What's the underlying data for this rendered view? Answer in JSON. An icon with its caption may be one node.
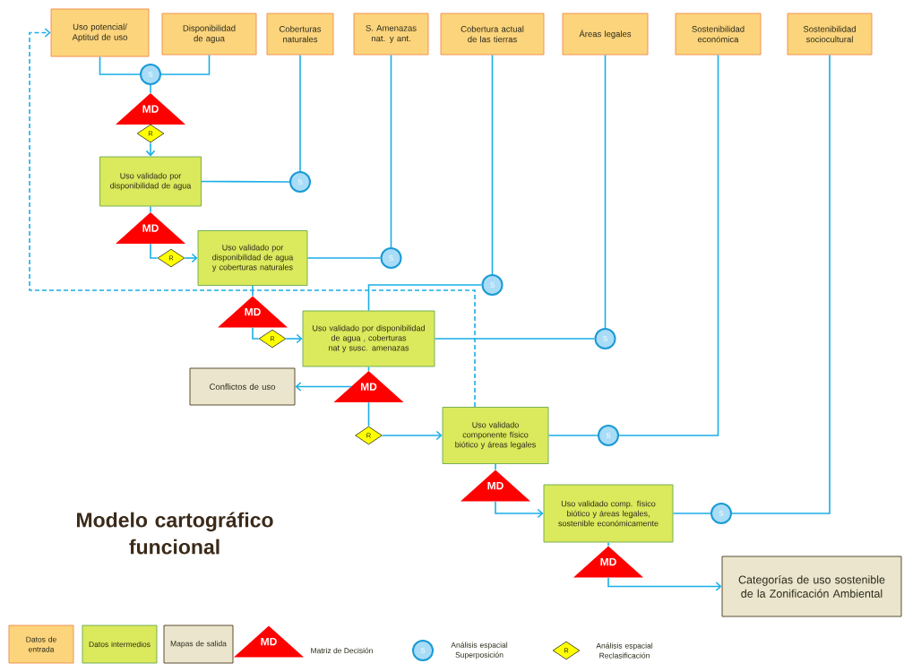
{
  "diagram": {
    "title": "Modelo cartográfico funcional",
    "nodes": [
      {
        "text": [
          "Uso potencial/ Aptitud de uso"
        ]
      },
      {
        "text": [
          "Disponibilidad de agua"
        ]
      },
      {
        "text": [
          "Coberturas naturales"
        ]
      },
      {
        "text": [
          "S. Amenazas nat. y ant."
        ]
      },
      {
        "text": [
          "Cobertura actual de las tierras"
        ]
      },
      {
        "text": [
          "Áreas legales"
        ]
      },
      {
        "text": [
          "Sostenibilidad económica"
        ]
      },
      {
        "text": [
          "Sostenibilidad sociocultural"
        ]
      },
      {
        "text": [
          "S"
        ]
      },
      {
        "text": [
          "MD"
        ]
      },
      {
        "text": [
          "R"
        ]
      },
      {
        "text": [
          "Uso validado por disponibilidad de agua"
        ]
      },
      {
        "text": [
          "S"
        ]
      },
      {
        "text": [
          "MD"
        ]
      },
      {
        "text": [
          "R"
        ]
      },
      {
        "text": [
          "Uso validado por disponibilidad de agua y coberturas naturales"
        ]
      },
      {
        "text": [
          "S"
        ]
      },
      {
        "text": [
          "S"
        ]
      },
      {
        "text": [
          "MD"
        ]
      },
      {
        "text": [
          "R"
        ]
      },
      {
        "text": [
          "Uso validado por disponibilidad de agua , coberturas nat y susc. amenazas"
        ]
      },
      {
        "text": [
          "S"
        ]
      },
      {
        "text": [
          "Conflictos de uso"
        ]
      },
      {
        "text": [
          "MD"
        ]
      },
      {
        "text": [
          "R"
        ]
      },
      {
        "text": [
          "Uso validado componente físico biótico y áreas legales"
        ]
      },
      {
        "text": [
          "S"
        ]
      },
      {
        "text": [
          "MD"
        ]
      },
      {
        "text": [
          "Uso validado comp. físico biótico y áreas legales, sostenible económicamente"
        ]
      },
      {
        "text": [
          "S"
        ]
      },
      {
        "text": [
          "MD"
        ]
      },
      {
        "text": [
          "Categorías de uso sostenible de la Zonificación Ambiental"
        ]
      },
      {
        "text": [
          "MD"
        ]
      },
      {
        "text": [
          "S"
        ]
      },
      {
        "text": [
          "R"
        ]
      }
    ],
    "edges": [
      {
        "from": 0,
        "to": 8,
        "arrow": "none"
      },
      {
        "from": 1,
        "to": 8,
        "arrow": "none"
      },
      {
        "from": 8,
        "to": 9,
        "arrow": "none"
      },
      {
        "from": 10,
        "to": 11,
        "arrow": "to"
      },
      {
        "from": 2,
        "to": 12,
        "arrow": "none"
      },
      {
        "from": 11,
        "to": 12,
        "arrow": "none"
      },
      {
        "from": 11,
        "to": 13,
        "arrow": "none"
      },
      {
        "from": 13,
        "to": 14,
        "arrow": "none"
      },
      {
        "from": 14,
        "to": 15,
        "arrow": "to"
      },
      {
        "from": 3,
        "to": 16,
        "arrow": "none"
      },
      {
        "from": 15,
        "to": 16,
        "arrow": "none"
      },
      {
        "from": 4,
        "to": 17,
        "arrow": "none"
      },
      {
        "from": 17,
        "to": 20,
        "arrow": "none"
      },
      {
        "from": 15,
        "to": 18,
        "arrow": "none"
      },
      {
        "from": 18,
        "to": 19,
        "arrow": "none"
      },
      {
        "from": 19,
        "to": 20,
        "arrow": "to"
      },
      {
        "from": 20,
        "to": 21,
        "arrow": "none"
      },
      {
        "from": 5,
        "to": 21,
        "arrow": "none"
      },
      {
        "from": 20,
        "to": 23,
        "arrow": "none"
      },
      {
        "from": 23,
        "to": 22,
        "arrow": "to"
      },
      {
        "from": 23,
        "to": 24,
        "arrow": "none"
      },
      {
        "from": 24,
        "to": 25,
        "arrow": "to"
      },
      {
        "from": 25,
        "to": 26,
        "arrow": "none"
      },
      {
        "from": 6,
        "to": 26,
        "arrow": "none"
      },
      {
        "from": 25,
        "to": 27,
        "arrow": "none"
      },
      {
        "from": 27,
        "to": 28,
        "arrow": "to"
      },
      {
        "from": 28,
        "to": 29,
        "arrow": "none"
      },
      {
        "from": 7,
        "to": 29,
        "arrow": "none"
      },
      {
        "from": 28,
        "to": 30,
        "arrow": "none"
      },
      {
        "from": 30,
        "to": 31,
        "arrow": "to"
      },
      {
        "from": 25,
        "to": 0,
        "arrow": "to",
        "style": "dashed"
      }
    ],
    "legend": [
      {
        "text": "Datos de entrada",
        "color": "#fcd47c"
      },
      {
        "text": "Datos intermedios",
        "color": "#dbe95c"
      },
      {
        "text": "Mapas de salida",
        "color": "#ebe5cd"
      },
      {
        "text": "Matriz de Decisión"
      },
      {
        "text": "Análisis espacial Superposición"
      },
      {
        "text": "Análisis espacial Reclasificación"
      }
    ]
  }
}
